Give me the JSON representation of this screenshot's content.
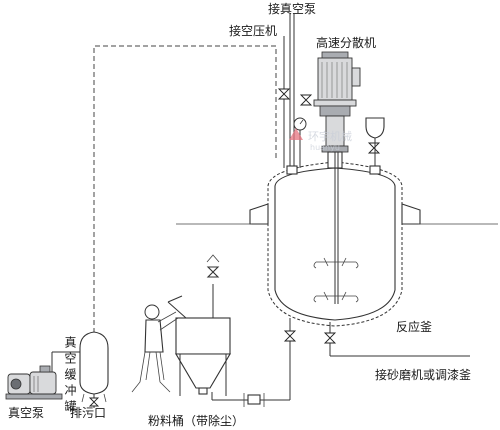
{
  "labels": {
    "vacuum_inlet": "接真空泵",
    "air_compressor": "接空压机",
    "high_speed_disperser": "高速分散机",
    "reactor": "反应釜",
    "grinder_outlet": "接砂磨机或调漆釜",
    "vacuum_buffer_tank": "真空缓冲罐",
    "vacuum_pump": "真空泵",
    "drain_outlet": "排污口",
    "powder_bucket": "粉料桶（带除尘）"
  },
  "watermark": {
    "logo_text": "环宇机械",
    "sub_text": "huanyu"
  },
  "colors": {
    "line": "#333333",
    "motor_body": "#d9dadc",
    "motor_shadow": "#a9acb1",
    "watermark": "#c9ced8"
  },
  "icons": [
    "valve-icon",
    "pressure-gauge-icon",
    "motor-icon",
    "worker-icon",
    "pump-icon"
  ]
}
